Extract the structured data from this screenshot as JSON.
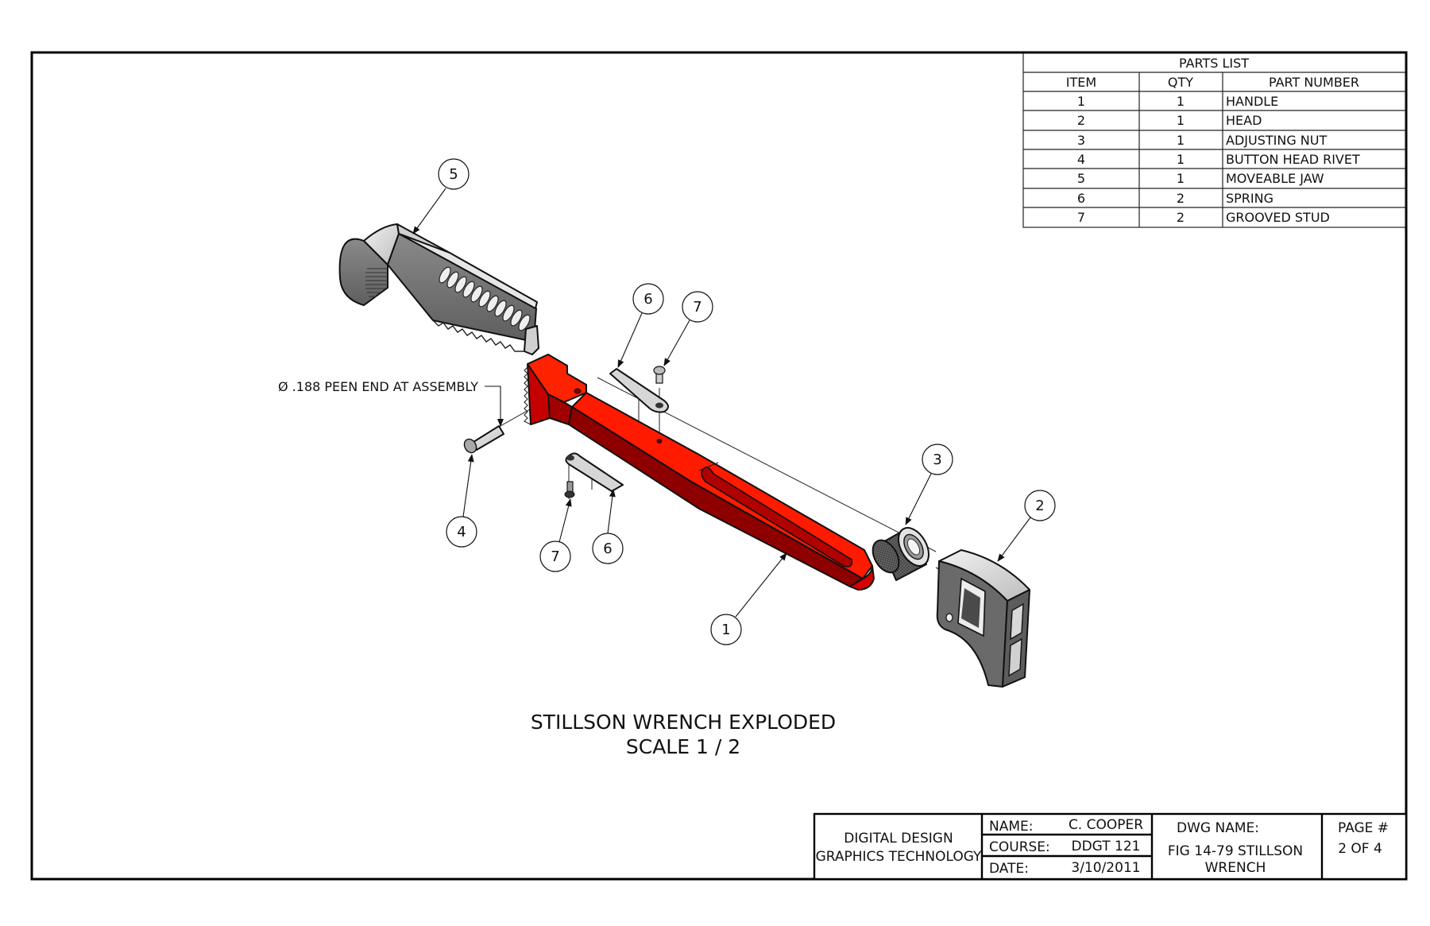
{
  "drawing": {
    "caption_line1": "STILLSON WRENCH EXPLODED",
    "caption_line2": "SCALE 1 / 2",
    "note": "Ø .188 PEEN END AT ASSEMBLY"
  },
  "parts_list": {
    "title": "PARTS LIST",
    "headers": {
      "item": "ITEM",
      "qty": "QTY",
      "part_number": "PART NUMBER"
    },
    "rows": [
      {
        "item": "1",
        "qty": "1",
        "part_number": "HANDLE"
      },
      {
        "item": "2",
        "qty": "1",
        "part_number": "HEAD"
      },
      {
        "item": "3",
        "qty": "1",
        "part_number": "ADJUSTING NUT"
      },
      {
        "item": "4",
        "qty": "1",
        "part_number": "BUTTON HEAD RIVET"
      },
      {
        "item": "5",
        "qty": "1",
        "part_number": "MOVEABLE JAW"
      },
      {
        "item": "6",
        "qty": "2",
        "part_number": "SPRING"
      },
      {
        "item": "7",
        "qty": "2",
        "part_number": "GROOVED STUD"
      }
    ]
  },
  "balloons": {
    "b5": "5",
    "b6a": "6",
    "b7a": "7",
    "b4": "4",
    "b7b": "7",
    "b6b": "6",
    "b1": "1",
    "b3": "3",
    "b2": "2"
  },
  "title_block": {
    "org_line1": "DIGITAL DESIGN",
    "org_line2": "GRAPHICS TECHNOLOGY",
    "name_label": "NAME:",
    "name_value": "C. COOPER",
    "course_label": "COURSE:",
    "course_value": "DDGT 121",
    "date_label": "DATE:",
    "date_value": "3/10/2011",
    "dwg_label": "DWG NAME:",
    "dwg_line1": "FIG 14-79 STILLSON",
    "dwg_line2": "WRENCH",
    "page_label": "PAGE #",
    "page_value": "2 OF 4"
  },
  "colors": {
    "handle_red": "#ff1a00",
    "handle_dark": "#9a0000",
    "part_gray": "#7a7a7a",
    "part_light": "#d8d8d8"
  }
}
